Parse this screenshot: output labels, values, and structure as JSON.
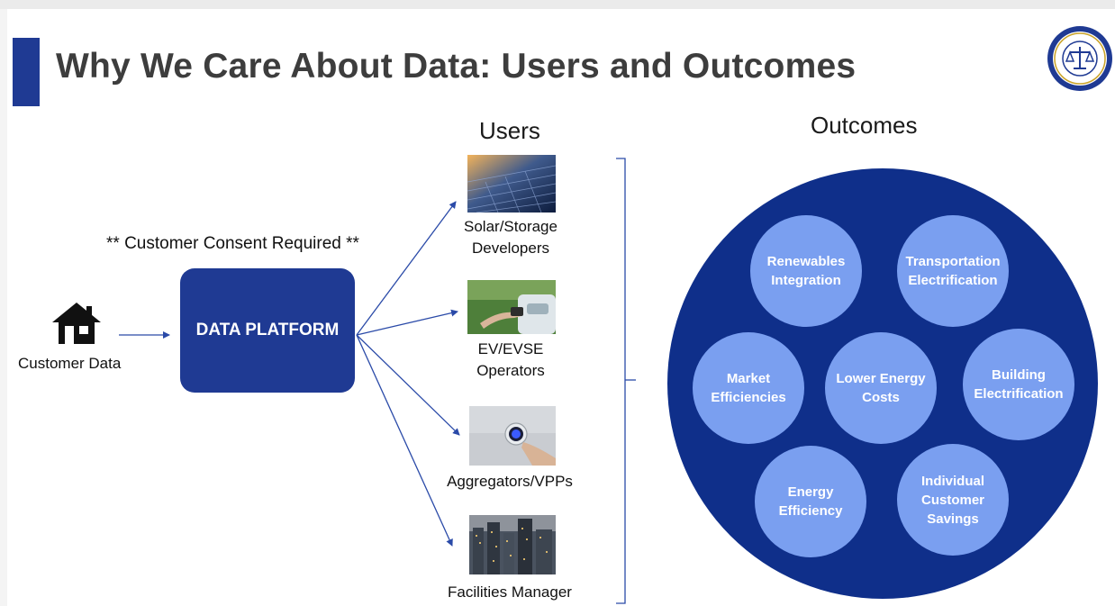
{
  "title": "Why We Care About Data: Users and Outcomes",
  "colors": {
    "accent": "#1f3a93",
    "outcomes_circle": "#0f2f8a",
    "outcome_bubble": "#7a9ff0",
    "title_text": "#3d3d3d"
  },
  "seal": {
    "icon": "regulatory-seal-icon"
  },
  "users_heading": "Users",
  "outcomes_heading": "Outcomes",
  "consent_note": "** Customer Consent Required **",
  "source": {
    "label": "Customer Data",
    "icon": "house-icon"
  },
  "platform": {
    "label": "DATA PLATFORM"
  },
  "users": [
    {
      "line1": "Solar/Storage",
      "line2": "Developers",
      "image": "solar-panels-image"
    },
    {
      "line1": "EV/EVSE",
      "line2": "Operators",
      "image": "ev-charging-image"
    },
    {
      "line1": "Aggregators/VPPs",
      "line2": "",
      "image": "smart-thermostat-image"
    },
    {
      "line1": "Facilities Manager",
      "line2": "",
      "image": "city-buildings-image"
    }
  ],
  "outcomes": [
    {
      "label": "Renewables\nIntegration"
    },
    {
      "label": "Transportation\nElectrification"
    },
    {
      "label": "Market\nEfficiencies"
    },
    {
      "label": "Lower Energy\nCosts"
    },
    {
      "label": "Building\nElectrification"
    },
    {
      "label": "Energy\nEfficiency"
    },
    {
      "label": "Individual\nCustomer\nSavings"
    }
  ]
}
